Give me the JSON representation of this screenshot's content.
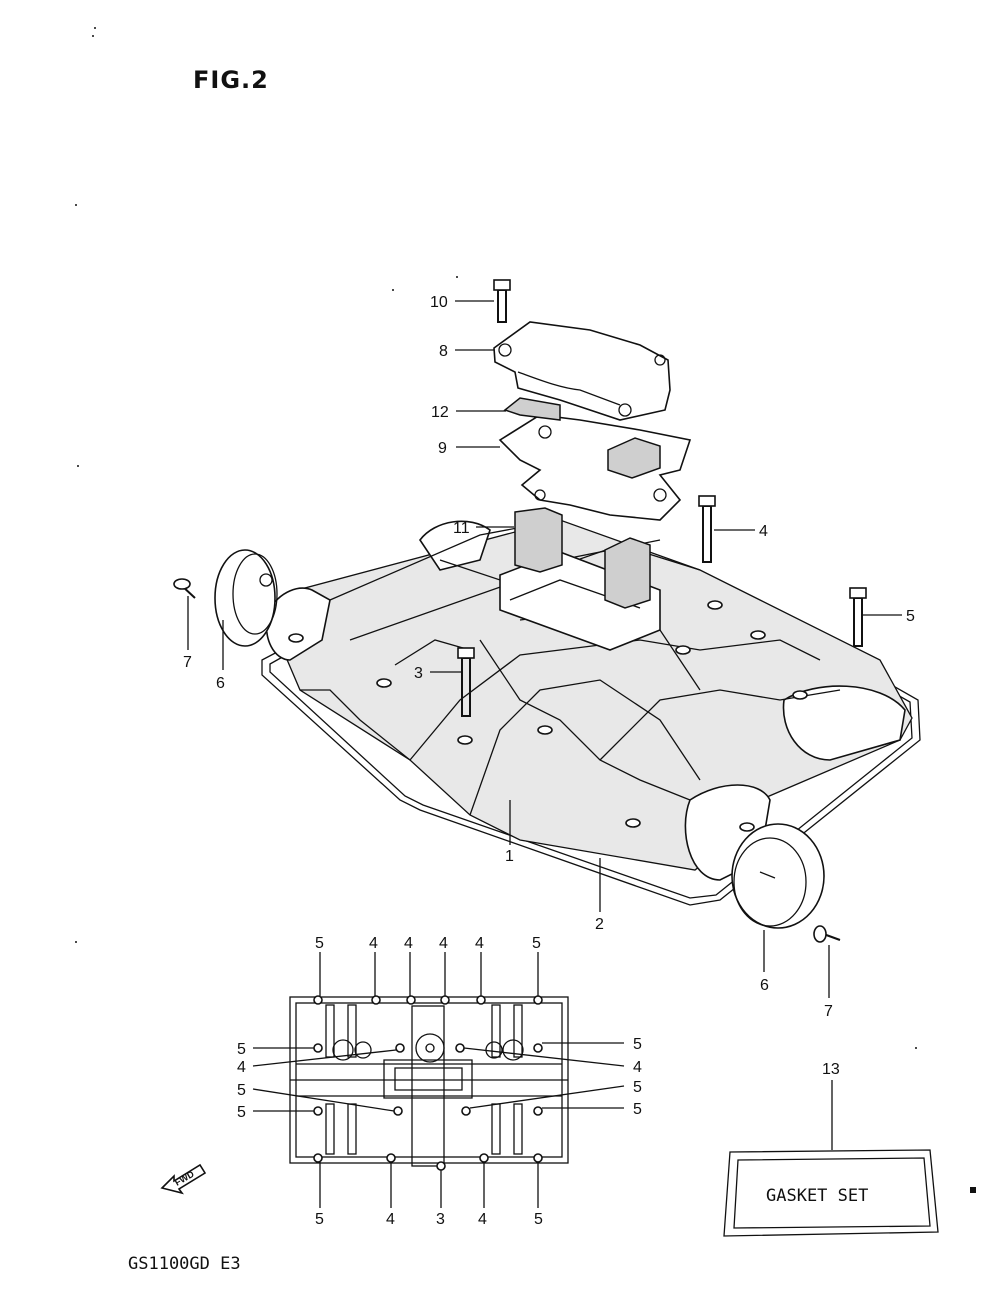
{
  "figure": {
    "title": "FIG.2",
    "model": "GS1100GD E3"
  },
  "gasket_set": {
    "ref": "13",
    "label": "GASKET SET"
  },
  "callouts": {
    "c10": "10",
    "c8": "8",
    "c12": "12",
    "c9": "9",
    "c11": "11",
    "c4": "4",
    "c5": "5",
    "c3": "3",
    "c7a": "7",
    "c6a": "6",
    "c1": "1",
    "c2": "2",
    "c6b": "6",
    "c7b": "7"
  },
  "layout_callouts": {
    "top": [
      "5",
      "4",
      "4",
      "4",
      "4",
      "5"
    ],
    "left": [
      "5",
      "4",
      "5",
      "5"
    ],
    "right": [
      "5",
      "4",
      "5",
      "5"
    ],
    "bottom": [
      "5",
      "4",
      "3",
      "4",
      "5"
    ]
  },
  "fwd_label": "FWD"
}
